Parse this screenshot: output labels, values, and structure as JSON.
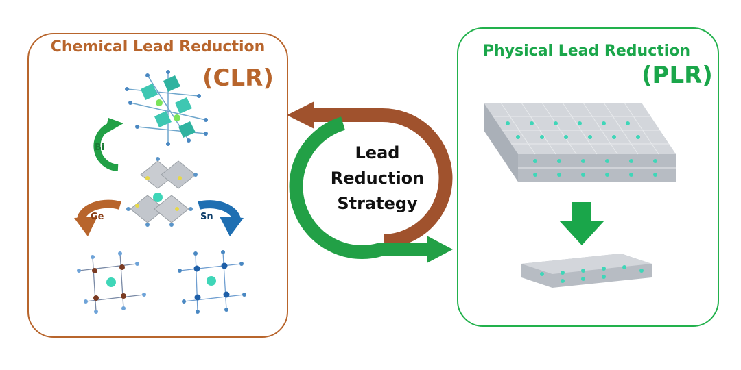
{
  "clr": {
    "title": "Chemical Lead Reduction",
    "abbr": "(CLR)"
  },
  "plr": {
    "title": "Physical Lead Reduction",
    "abbr": "(PLR)"
  },
  "center": {
    "line1": "Lead",
    "line2": "Reduction",
    "line3": "Strategy"
  },
  "substitutions": {
    "bi": "Bi",
    "ge": "Ge",
    "sn": "Sn"
  },
  "colors": {
    "clr_accent": "#b8652c",
    "plr_accent": "#22b14c",
    "sn_blue": "#1f6fb2",
    "octahedron_gray": "#c9ccd1",
    "atom_blue": "#5b95c9",
    "atom_cyan": "#3fd6b8",
    "atom_yellow": "#e6d84a"
  }
}
